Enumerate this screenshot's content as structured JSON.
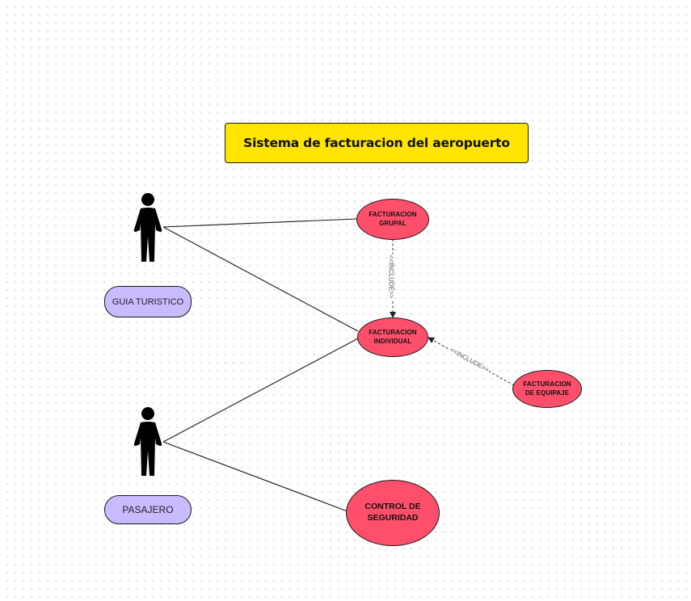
{
  "diagram": {
    "title": "Sistema de facturacion del aeropuerto",
    "colors": {
      "title_fill": "#ffe500",
      "actor_label_fill": "#c9bbff",
      "use_case_fill": "#ff4f6a",
      "outline": "#1a1a1a"
    },
    "actors": [
      {
        "label": "GUIA TURISTICO",
        "icon": "person-icon"
      },
      {
        "label": "PASAJERO",
        "icon": "person-icon"
      }
    ],
    "use_cases": [
      {
        "line1": "FACTURACION",
        "line2": "GRUPAL"
      },
      {
        "line1": "FACTURACION",
        "line2": "INDIVIDUAL"
      },
      {
        "line1": "FACTURACION",
        "line2": "DE EQUIPAJE"
      },
      {
        "line1": "CONTROL DE",
        "line2": "SEGURIDAD"
      }
    ],
    "relations": [
      {
        "label": "<<INCLUDE>>"
      },
      {
        "label": "<<INCLUDE>>"
      }
    ]
  }
}
